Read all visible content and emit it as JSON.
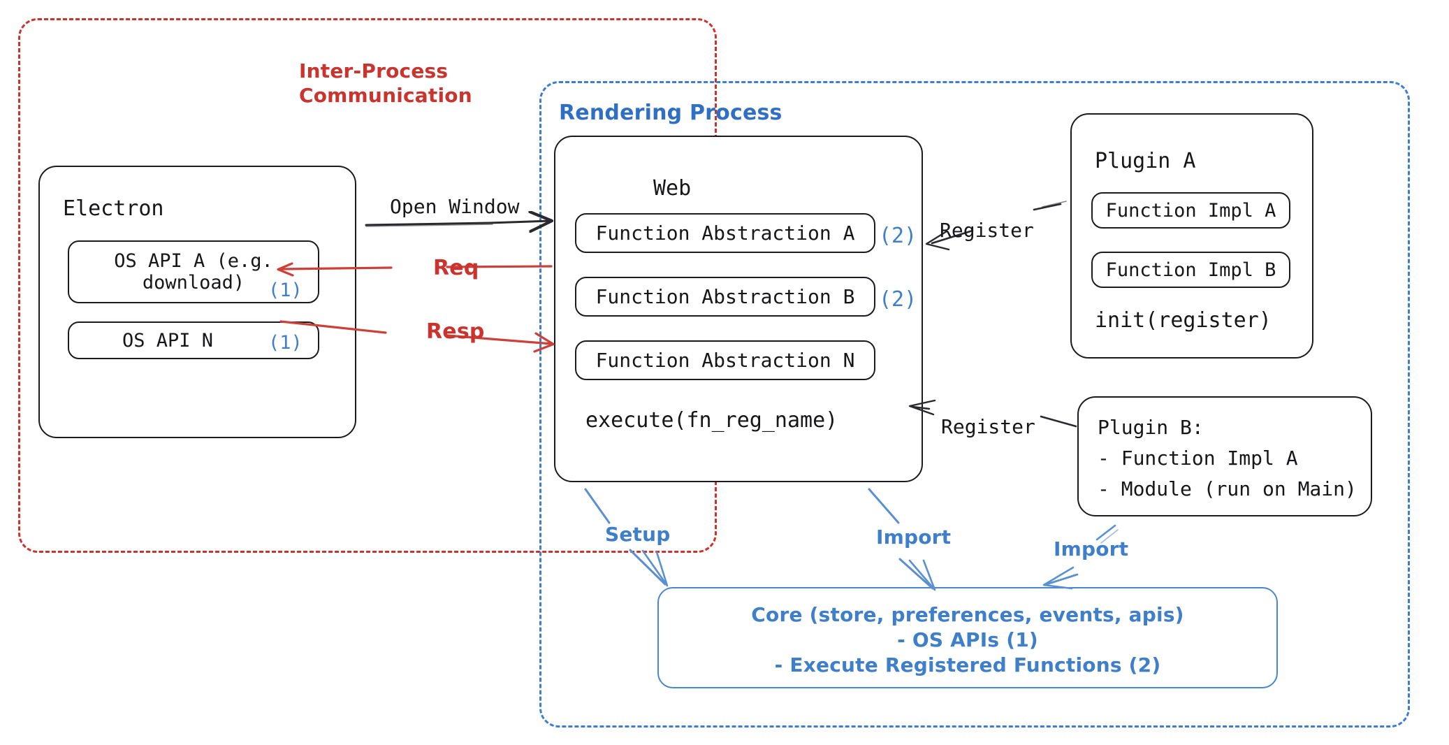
{
  "diagram": {
    "title": "Electron plugin architecture",
    "colors": {
      "ipc_red": "#c9342f",
      "process_blue": "#3d7ed1",
      "accent_blue": "#2f6fc4",
      "ink": "#17171a"
    }
  },
  "containers": {
    "ipc": {
      "label_line1": "Inter-Process",
      "label_line2": "Communication"
    },
    "rendering": {
      "label": "Rendering Process"
    }
  },
  "electron": {
    "title": "Electron",
    "apis": [
      {
        "label": "OS API A (e.g.\ndownload)",
        "marker": "(1)"
      },
      {
        "label": "OS API N",
        "marker": "(1)"
      }
    ]
  },
  "web": {
    "title": "Web",
    "abstractions": [
      {
        "label": "Function Abstraction A",
        "marker": "(2)"
      },
      {
        "label": "Function Abstraction B",
        "marker": "(2)"
      },
      {
        "label": "Function Abstraction N",
        "marker": ""
      }
    ],
    "footer": "execute(fn_reg_name)"
  },
  "plugin_a": {
    "title": "Plugin A",
    "items": [
      "Function Impl A",
      "Function Impl B"
    ],
    "footer": "init(register)"
  },
  "plugin_b": {
    "title": "Plugin B:",
    "lines": [
      "- Function Impl A",
      "- Module (run on Main)"
    ]
  },
  "core": {
    "line1": "Core (store, preferences, events, apis)",
    "line2": "- OS APIs (1)",
    "line3": "- Execute Registered Functions (2)"
  },
  "arrows": {
    "open_window": "Open Window",
    "req": "Req",
    "resp": "Resp",
    "register_top": "Register",
    "register_bottom": "Register",
    "setup": "Setup",
    "import_web": "Import",
    "import_plugin": "Import"
  }
}
